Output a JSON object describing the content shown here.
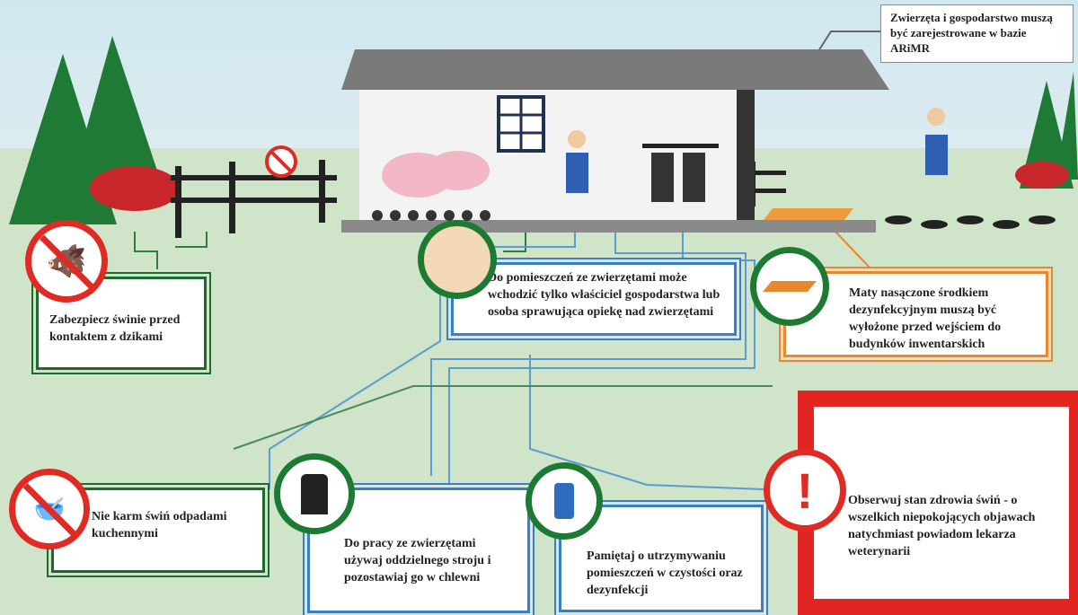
{
  "registration_note": "Zwierzęta i gospodarstwo muszą być zarejestrowane w bazie ARiMR",
  "tips": [
    {
      "text": "Zabezpiecz świnie przed kontaktem z dzikami",
      "icon": "crossed-boar-icon"
    },
    {
      "text": "Do pomieszczeń ze zwierzętami może wchodzić tylko właściciel gospodarstwa lub osoba sprawująca opiekę nad zwierzętami",
      "icon": "farmer-face-icon"
    },
    {
      "text": "Maty nasączone środkiem dezynfekcyjnym muszą być wyłożone przed wejściem do budynków inwentarskich",
      "icon": "disinfection-mat-icon"
    },
    {
      "text": "Nie karm świń odpadami kuchennymi",
      "icon": "crossed-food-bowl-icon"
    },
    {
      "text": "Do pracy ze zwierzętami używaj oddzielnego stroju i pozostawiaj go w chlewni",
      "icon": "work-clothes-icon"
    },
    {
      "text": "Pamiętaj o utrzymywaniu pomieszczeń w czystości oraz dezynfekcji",
      "icon": "spray-bottle-icon"
    },
    {
      "text": "Obserwuj stan zdrowia świń - o wszelkich niepokojących objawach natychmiast powiadom lekarza weterynarii",
      "icon": "exclamation-icon"
    }
  ],
  "colors": {
    "green": "#1d6b2c",
    "blue": "#3a7fc0",
    "orange": "#e5892e",
    "red": "#e32521"
  }
}
